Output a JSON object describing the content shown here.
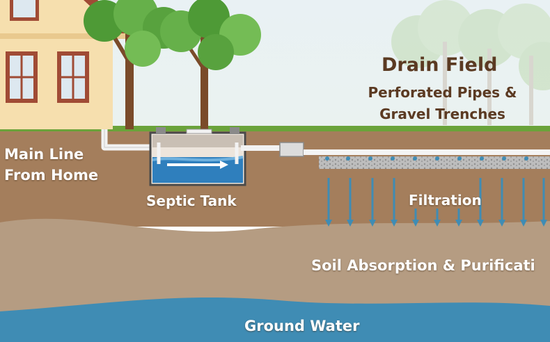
{
  "labels": {
    "main_line": [
      "Main Line",
      "From Home"
    ],
    "septic_tank": "Septic Tank",
    "drain_field": "Drain Field",
    "perforated": [
      "Perforated Pipes &",
      "Gravel Trenches"
    ],
    "filtration": "Filtration",
    "soil": "Soil Absorption & Purificati",
    "ground_water": "Ground Water"
  },
  "icons": [
    "house-icon",
    "tree-icon",
    "flow-arrow-icon",
    "drip-arrow-icon"
  ],
  "colors": {
    "sky": "#e4eff3",
    "grass": "#6aa33a",
    "topsoil": "#a47e5c",
    "subsoil": "#b59c82",
    "water": "#3f8cb4",
    "pipe": "#f2f2f2",
    "house_wall": "#f6dfae",
    "house_trim": "#a04b35",
    "title_brown": "#5b3a22",
    "tank_water": "#2f7fbd",
    "gravel": "#b9b9b9"
  }
}
